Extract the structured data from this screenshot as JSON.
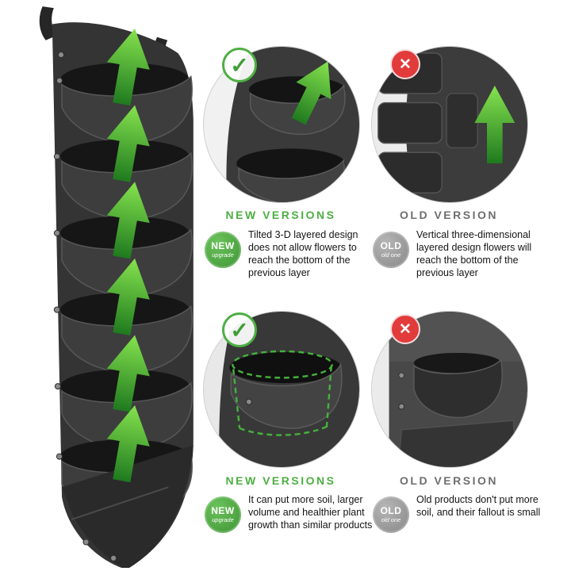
{
  "page": {
    "background": "#ffffff"
  },
  "icons": {
    "check": "✓",
    "cross": "✕"
  },
  "colors": {
    "green": "#4daf42",
    "gray": "#8c8c8c",
    "red": "#e23b3b",
    "arrow_green": "#5cc33a"
  },
  "sections": [
    {
      "new": {
        "heading": "NEW VERSIONS",
        "badge_title": "NEW",
        "badge_subtitle": "upgrade",
        "description": "Tilted 3-D layered design does not allow flowers to reach the bottom of the previous layer"
      },
      "old": {
        "heading": "OLD VERSION",
        "badge_title": "OLD",
        "badge_subtitle": "old one",
        "description": "Vertical three-dimensional layered design flowers will reach the bottom of the previous layer"
      }
    },
    {
      "new": {
        "heading": "NEW VERSIONS",
        "badge_title": "NEW",
        "badge_subtitle": "upgrade",
        "description": "It can put more soil, larger volume and healthier plant growth than similar products"
      },
      "old": {
        "heading": "OLD VERSION",
        "badge_title": "OLD",
        "badge_subtitle": "old one",
        "description": "Old products don't put more soil, and their fallout is small"
      }
    }
  ]
}
